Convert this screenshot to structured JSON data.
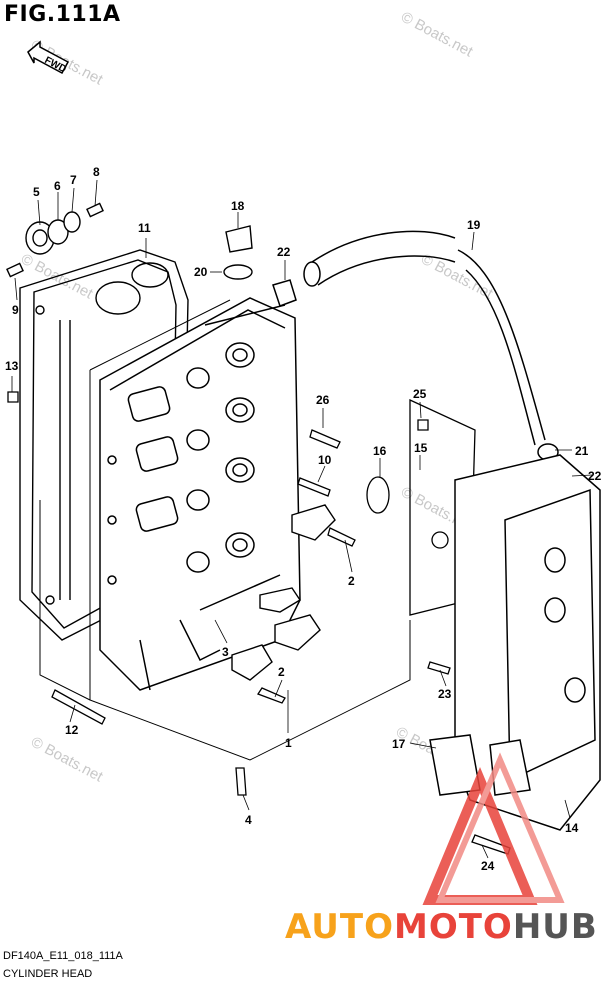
{
  "figure": {
    "title": "FIG.111A",
    "fwd_label": "FWD"
  },
  "callouts": [
    "1",
    "2",
    "2",
    "3",
    "4",
    "5",
    "6",
    "7",
    "8",
    "9",
    "10",
    "11",
    "12",
    "13",
    "14",
    "15",
    "16",
    "17",
    "18",
    "19",
    "20",
    "21",
    "22",
    "22",
    "23",
    "24",
    "25",
    "26"
  ],
  "watermark": {
    "text": "© Boats.net"
  },
  "footer": {
    "code": "DF140A_E11_018_111A",
    "caption": "CYLINDER HEAD"
  },
  "brand": {
    "part1": "AUTO",
    "part2": "MOTO",
    "part3": "HUB",
    "color_part1": "#f7a21b",
    "color_part2": "#e8433a",
    "color_part3": "#555555",
    "logo_color": "#e8433a"
  }
}
